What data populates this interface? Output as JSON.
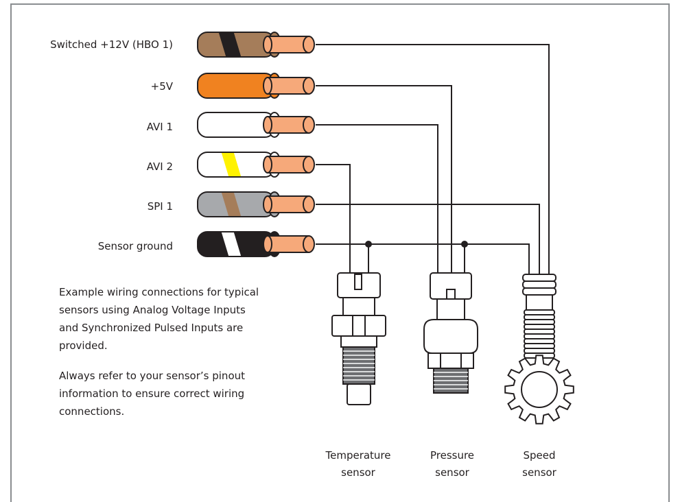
{
  "wires": [
    {
      "label": "Switched +12V (HBO 1)",
      "insulation": "#a57d5a",
      "stripes": [
        "#231f20"
      ],
      "stripe_kind": "diag-wide"
    },
    {
      "label": "+5V",
      "insulation": "#f08220",
      "stripes": [],
      "stripe_kind": "none"
    },
    {
      "label": "AVI 1",
      "insulation": "#ffffff",
      "stripes": [],
      "stripe_kind": "none"
    },
    {
      "label": "AVI 2",
      "insulation": "#ffffff",
      "stripes": [
        "#fff200"
      ],
      "stripe_kind": "diag"
    },
    {
      "label": "SPI 1",
      "insulation": "#a7a9ac",
      "stripes": [
        "#a57d5a"
      ],
      "stripe_kind": "diag"
    },
    {
      "label": "Sensor ground",
      "insulation": "#231f20",
      "stripes": [
        "#ffffff"
      ],
      "stripe_kind": "diag"
    }
  ],
  "conductor_color": "#f6a97a",
  "notes": {
    "paragraph1": [
      "Example wiring connections for typical",
      "sensors using Analog Voltage Inputs",
      "and Synchronized Pulsed Inputs are",
      "provided."
    ],
    "paragraph2": [
      "Always refer to your sensor’s pinout",
      "information to ensure correct wiring",
      "connections."
    ]
  },
  "sensors": [
    {
      "id": "temperature",
      "caption": [
        "Temperature",
        "sensor"
      ]
    },
    {
      "id": "pressure",
      "caption": [
        "Pressure",
        "sensor"
      ]
    },
    {
      "id": "speed",
      "caption": [
        "Speed",
        "sensor"
      ]
    }
  ],
  "colors": {
    "border": "#8a8d90",
    "line": "#231f20"
  }
}
